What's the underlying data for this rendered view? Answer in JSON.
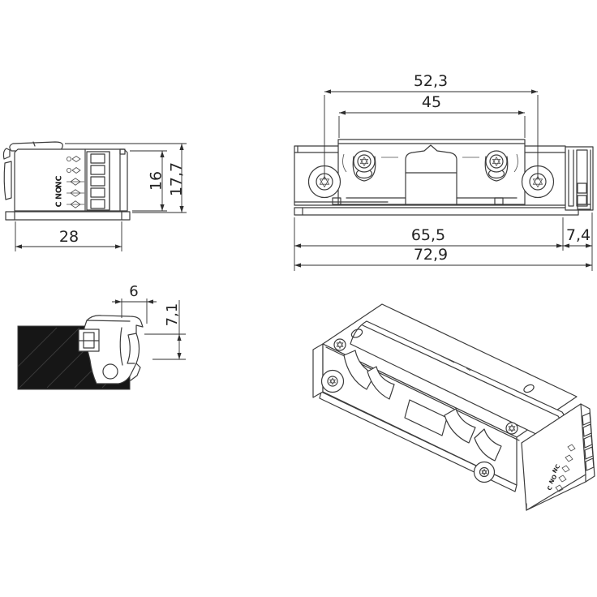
{
  "page": {
    "background": "#ffffff",
    "line_color": "#3c3c3c",
    "dim_color": "#2e2e2e",
    "section_fill": "#161616"
  },
  "drawing": {
    "views": {
      "side": {
        "dim_width": "28",
        "dim_height_body": "16",
        "dim_height_total": "17,7",
        "terminals": [
          "NC",
          "NO",
          "C"
        ]
      },
      "front": {
        "dim_hole_spacing": "52,3",
        "dim_plate_width": "45",
        "dim_body_width": "65,5",
        "dim_terminal_depth": "7,4",
        "dim_total_width": "72,9"
      },
      "detail": {
        "dim_lip_width": "6",
        "dim_lip_height": "7,1"
      },
      "iso": {
        "terminals": [
          "NC",
          "NO",
          "C"
        ]
      }
    }
  }
}
